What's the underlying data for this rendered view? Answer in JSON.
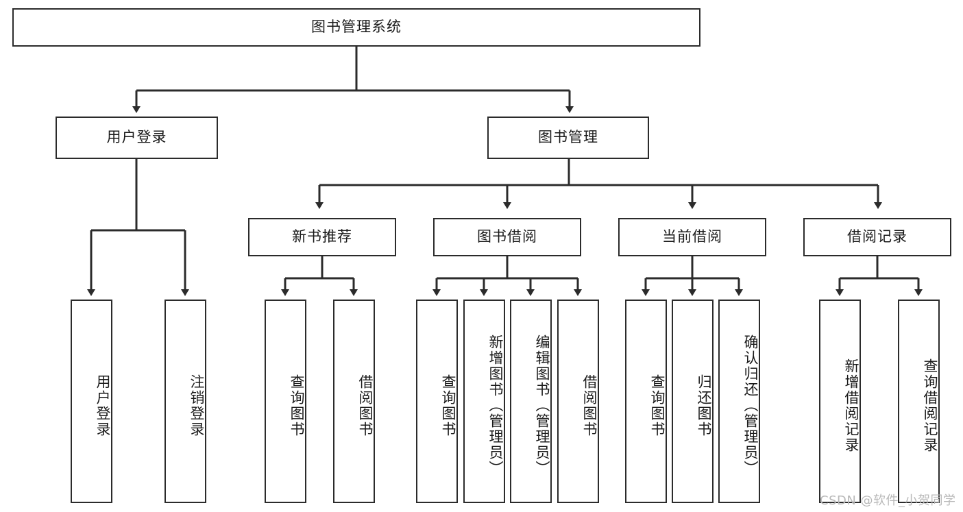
{
  "diagram": {
    "title": "图书管理系统",
    "type": "tree-hierarchy-diagram",
    "watermark": "CSDN @软件_小贺同学",
    "colors": {
      "box_border": "#2b2b2b",
      "box_fill": "#ffffff",
      "connector": "#2b2b2b",
      "text": "#1a1a1a",
      "background": "#ffffff",
      "watermark": "#b9b9b9"
    },
    "root": {
      "label": "图书管理系统"
    },
    "level2": [
      {
        "id": "user-login",
        "label": "用户登录"
      },
      {
        "id": "book-management",
        "label": "图书管理"
      }
    ],
    "level3": [
      {
        "id": "new-book-recommend",
        "label": "新书推荐"
      },
      {
        "id": "book-borrow",
        "label": "图书借阅"
      },
      {
        "id": "current-borrow",
        "label": "当前借阅"
      },
      {
        "id": "borrow-record",
        "label": "借阅记录"
      }
    ],
    "leaves": {
      "user_login": [
        {
          "id": "leaf-user-login",
          "label": "用户登录"
        },
        {
          "id": "leaf-logout-login",
          "label": "注销登录"
        }
      ],
      "new_book_recommend": [
        {
          "id": "leaf-query-book-1",
          "label": "查询图书"
        },
        {
          "id": "leaf-borrow-book-1",
          "label": "借阅图书"
        }
      ],
      "book_borrow": [
        {
          "id": "leaf-query-book-2",
          "label": "查询图书"
        },
        {
          "id": "leaf-add-book",
          "label": "新增图书（管理员）"
        },
        {
          "id": "leaf-edit-book",
          "label": "编辑图书（管理员）"
        },
        {
          "id": "leaf-borrow-book-2",
          "label": "借阅图书"
        }
      ],
      "current_borrow": [
        {
          "id": "leaf-query-book-3",
          "label": "查询图书"
        },
        {
          "id": "leaf-return-book",
          "label": "归还图书"
        },
        {
          "id": "leaf-confirm-return",
          "label": "确认归还（管理员）"
        }
      ],
      "borrow_record": [
        {
          "id": "leaf-add-record",
          "label": "新增借阅记录"
        },
        {
          "id": "leaf-query-record",
          "label": "查询借阅记录"
        }
      ]
    }
  }
}
